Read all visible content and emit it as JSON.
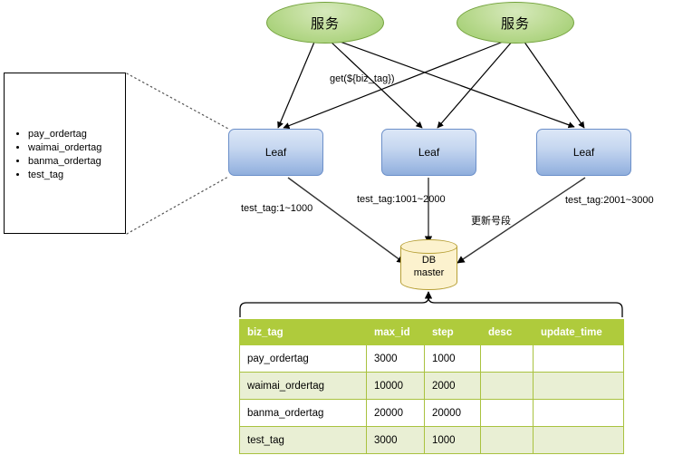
{
  "diagram": {
    "services": [
      {
        "label": "服务"
      },
      {
        "label": "服务"
      }
    ],
    "leaves": [
      {
        "label": "Leaf"
      },
      {
        "label": "Leaf"
      },
      {
        "label": "Leaf"
      }
    ],
    "database": {
      "line1": "DB",
      "line2": "master"
    },
    "edge_labels": {
      "get_request": "get(${biz_tag})",
      "segment_1": "test_tag:1~1000",
      "segment_2": "test_tag:1001~2000",
      "segment_3": "test_tag:2001~3000",
      "update_segment": "更新号段"
    }
  },
  "legend": {
    "items": [
      "pay_ordertag",
      "waimai_ordertag",
      "banma_ordertag",
      "test_tag"
    ]
  },
  "table": {
    "columns": [
      "biz_tag",
      "max_id",
      "step",
      "desc",
      "update_time"
    ],
    "rows": [
      {
        "biz_tag": "pay_ordertag",
        "max_id": "3000",
        "step": "1000",
        "desc": "",
        "update_time": ""
      },
      {
        "biz_tag": "waimai_ordertag",
        "max_id": "10000",
        "step": "2000",
        "desc": "",
        "update_time": ""
      },
      {
        "biz_tag": "banma_ordertag",
        "max_id": "20000",
        "step": "20000",
        "desc": "",
        "update_time": ""
      },
      {
        "biz_tag": "test_tag",
        "max_id": "3000",
        "step": "1000",
        "desc": "",
        "update_time": ""
      }
    ]
  },
  "colors": {
    "table_header": "#AFCB3C",
    "table_alt_row": "#E9EFD4",
    "service_fill": "#9CCB6A",
    "leaf_fill": "#8FAEDC",
    "db_fill": "#FCF2CE"
  }
}
